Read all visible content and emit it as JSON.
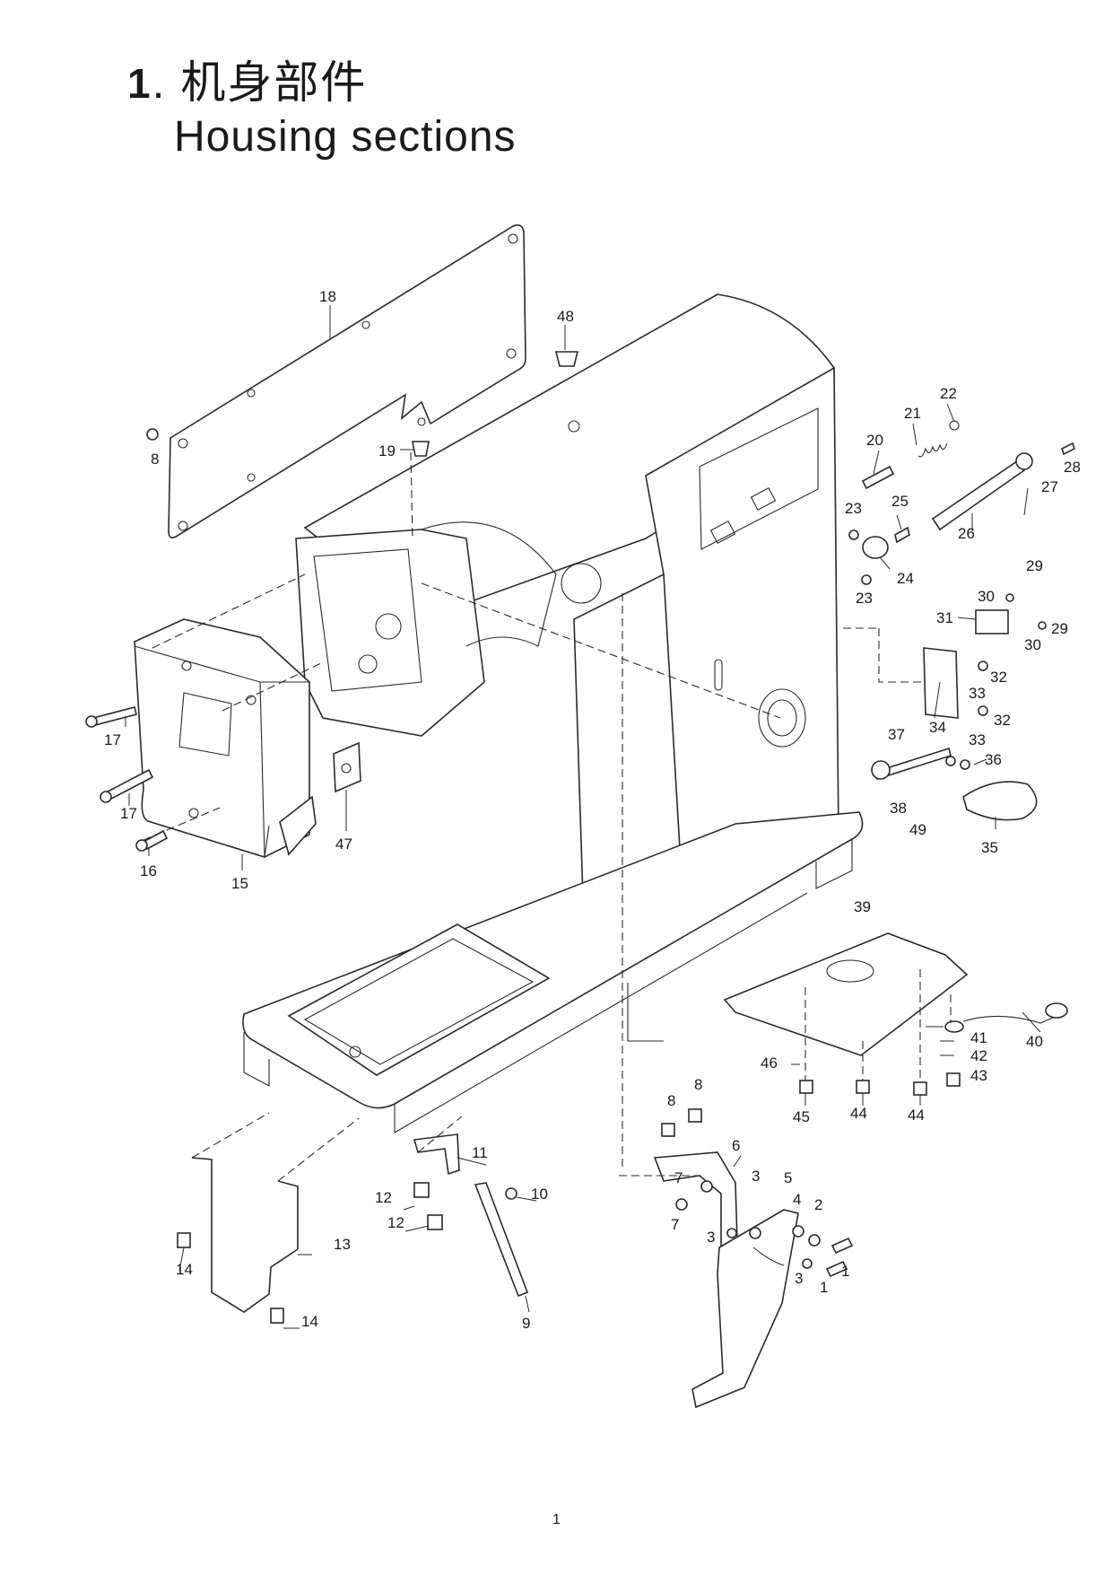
{
  "header": {
    "section_number": "1",
    "title_cn": "机身部件",
    "title_en": "Housing sections"
  },
  "page_number": "1",
  "callouts": [
    {
      "id": "c18",
      "label": "18"
    },
    {
      "id": "c48",
      "label": "48"
    },
    {
      "id": "c8a",
      "label": "8"
    },
    {
      "id": "c19",
      "label": "19"
    },
    {
      "id": "c22",
      "label": "22"
    },
    {
      "id": "c21",
      "label": "21"
    },
    {
      "id": "c20",
      "label": "20"
    },
    {
      "id": "c28",
      "label": "28"
    },
    {
      "id": "c27",
      "label": "27"
    },
    {
      "id": "c23a",
      "label": "23"
    },
    {
      "id": "c25",
      "label": "25"
    },
    {
      "id": "c26",
      "label": "26"
    },
    {
      "id": "c24",
      "label": "24"
    },
    {
      "id": "c23b",
      "label": "23"
    },
    {
      "id": "c29a",
      "label": "29"
    },
    {
      "id": "c30a",
      "label": "30"
    },
    {
      "id": "c31",
      "label": "31"
    },
    {
      "id": "c29b",
      "label": "29"
    },
    {
      "id": "c30b",
      "label": "30"
    },
    {
      "id": "c32a",
      "label": "32"
    },
    {
      "id": "c33a",
      "label": "33"
    },
    {
      "id": "c34",
      "label": "34"
    },
    {
      "id": "c32b",
      "label": "32"
    },
    {
      "id": "c33b",
      "label": "33"
    },
    {
      "id": "c37",
      "label": "37"
    },
    {
      "id": "c36",
      "label": "36"
    },
    {
      "id": "c38",
      "label": "38"
    },
    {
      "id": "c49",
      "label": "49"
    },
    {
      "id": "c35",
      "label": "35"
    },
    {
      "id": "c17a",
      "label": "17"
    },
    {
      "id": "c17b",
      "label": "17"
    },
    {
      "id": "c47",
      "label": "47"
    },
    {
      "id": "c16",
      "label": "16"
    },
    {
      "id": "c15",
      "label": "15"
    },
    {
      "id": "c39",
      "label": "39"
    },
    {
      "id": "c40",
      "label": "40"
    },
    {
      "id": "c41",
      "label": "41"
    },
    {
      "id": "c46",
      "label": "46"
    },
    {
      "id": "c42",
      "label": "42"
    },
    {
      "id": "c43",
      "label": "43"
    },
    {
      "id": "c45",
      "label": "45"
    },
    {
      "id": "c44a",
      "label": "44"
    },
    {
      "id": "c44b",
      "label": "44"
    },
    {
      "id": "c8b",
      "label": "8"
    },
    {
      "id": "c8c",
      "label": "8"
    },
    {
      "id": "c6",
      "label": "6"
    },
    {
      "id": "c11",
      "label": "11"
    },
    {
      "id": "c10",
      "label": "10"
    },
    {
      "id": "c12a",
      "label": "12"
    },
    {
      "id": "c12b",
      "label": "12"
    },
    {
      "id": "c13",
      "label": "13"
    },
    {
      "id": "c14a",
      "label": "14"
    },
    {
      "id": "c14b",
      "label": "14"
    },
    {
      "id": "c9",
      "label": "9"
    },
    {
      "id": "c7a",
      "label": "7"
    },
    {
      "id": "c7b",
      "label": "7"
    },
    {
      "id": "c3a",
      "label": "3"
    },
    {
      "id": "c3b",
      "label": "3"
    },
    {
      "id": "c3c",
      "label": "3"
    },
    {
      "id": "c5",
      "label": "5"
    },
    {
      "id": "c4",
      "label": "4"
    },
    {
      "id": "c2",
      "label": "2"
    },
    {
      "id": "c1a",
      "label": "1"
    },
    {
      "id": "c1b",
      "label": "1"
    }
  ]
}
